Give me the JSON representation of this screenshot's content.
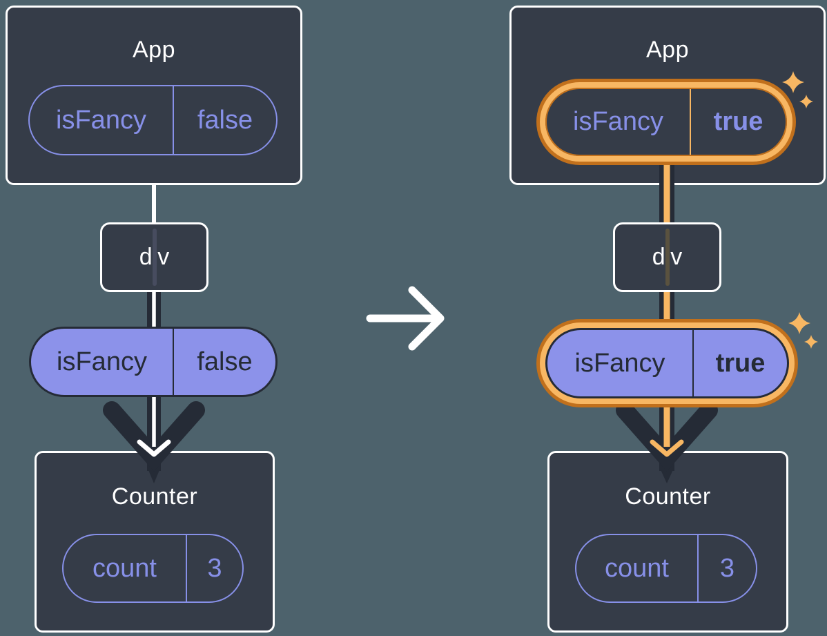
{
  "palette": {
    "background": "#4D626C",
    "card_fill": "#353C48",
    "card_border": "#FFFFFF",
    "purple": "#8790E8",
    "purple_fill": "#8C92EA",
    "ink_dark": "#252B36",
    "highlight_orange_dark": "#C1701C",
    "highlight_orange_light": "#F8B763"
  },
  "before": {
    "app": {
      "title": "App",
      "state": {
        "name": "isFancy",
        "value": "false"
      }
    },
    "div": {
      "label": "div"
    },
    "prop": {
      "name": "isFancy",
      "value": "false"
    },
    "counter": {
      "title": "Counter",
      "state": {
        "name": "count",
        "value": "3"
      }
    }
  },
  "after": {
    "app": {
      "title": "App",
      "state": {
        "name": "isFancy",
        "value": "true"
      }
    },
    "div": {
      "label": "div"
    },
    "prop": {
      "name": "isFancy",
      "value": "true"
    },
    "counter": {
      "title": "Counter",
      "state": {
        "name": "count",
        "value": "3"
      }
    }
  }
}
